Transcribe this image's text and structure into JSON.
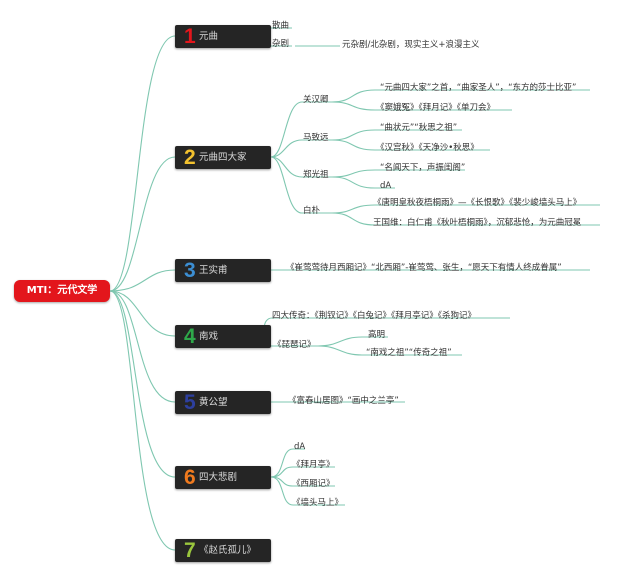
{
  "root": {
    "label": "MTI：元代文学"
  },
  "colors": {
    "root_bg": "#e3161c",
    "node_bg": "#252525",
    "line": "#7fc7b0",
    "num1": "#e3161c",
    "num2": "#f2c12e",
    "num3": "#3c8fd4",
    "num4": "#2ea84a",
    "num5": "#2d3f9e",
    "num6": "#f07a1e",
    "num7": "#9ac63d"
  },
  "branches": [
    {
      "num": "1",
      "label": "元曲",
      "children": [
        {
          "label": "散曲"
        },
        {
          "label": "杂剧",
          "children": [
            {
              "label": "元杂剧/北杂剧，现实主义+浪漫主义"
            }
          ]
        }
      ]
    },
    {
      "num": "2",
      "label": "元曲四大家",
      "children": [
        {
          "label": "关汉卿",
          "children": [
            {
              "label": "“元曲四大家”之首，“曲家圣人”，“东方的莎士比亚”"
            },
            {
              "label": "《窦娥冤》《拜月记》《单刀会》"
            }
          ]
        },
        {
          "label": "马致远",
          "children": [
            {
              "label": "“曲状元”“秋思之祖”"
            },
            {
              "label": "《汉宫秋》《天净沙•秋思》"
            }
          ]
        },
        {
          "label": "郑光祖",
          "children": [
            {
              "label": "“名闻天下，声振闺阁”"
            },
            {
              "label": "dA"
            }
          ]
        },
        {
          "label": "白朴",
          "children": [
            {
              "label": "《唐明皇秋夜梧桐雨》—《长恨歌》《裴少峻墙头马上》"
            },
            {
              "label": "王国维：白仁甫《秋叶梧桐雨》，沉郁悲怆，为元曲冠冕"
            }
          ]
        }
      ]
    },
    {
      "num": "3",
      "label": "王实甫",
      "children": [
        {
          "label": "《崔莺莺待月西厢记》“北西厢”-崔莺莺、张生，“愿天下有情人终成眷属”"
        }
      ]
    },
    {
      "num": "4",
      "label": "南戏",
      "children": [
        {
          "label": "四大传奇：《荆钗记》《白兔记》《拜月亭记》《杀狗记》"
        },
        {
          "label": "《琵琶记》",
          "children": [
            {
              "label": "高明"
            },
            {
              "label": "“南戏之祖”“传奇之祖”"
            }
          ]
        }
      ]
    },
    {
      "num": "5",
      "label": "黄公望",
      "children": [
        {
          "label": "《富春山居图》“画中之兰亭”"
        }
      ]
    },
    {
      "num": "6",
      "label": "四大悲剧",
      "children": [
        {
          "label": "dA"
        },
        {
          "label": "《拜月亭》"
        },
        {
          "label": "《西厢记》"
        },
        {
          "label": "《墙头马上》"
        }
      ]
    },
    {
      "num": "7",
      "label": "《赵氏孤儿》",
      "children": []
    }
  ]
}
